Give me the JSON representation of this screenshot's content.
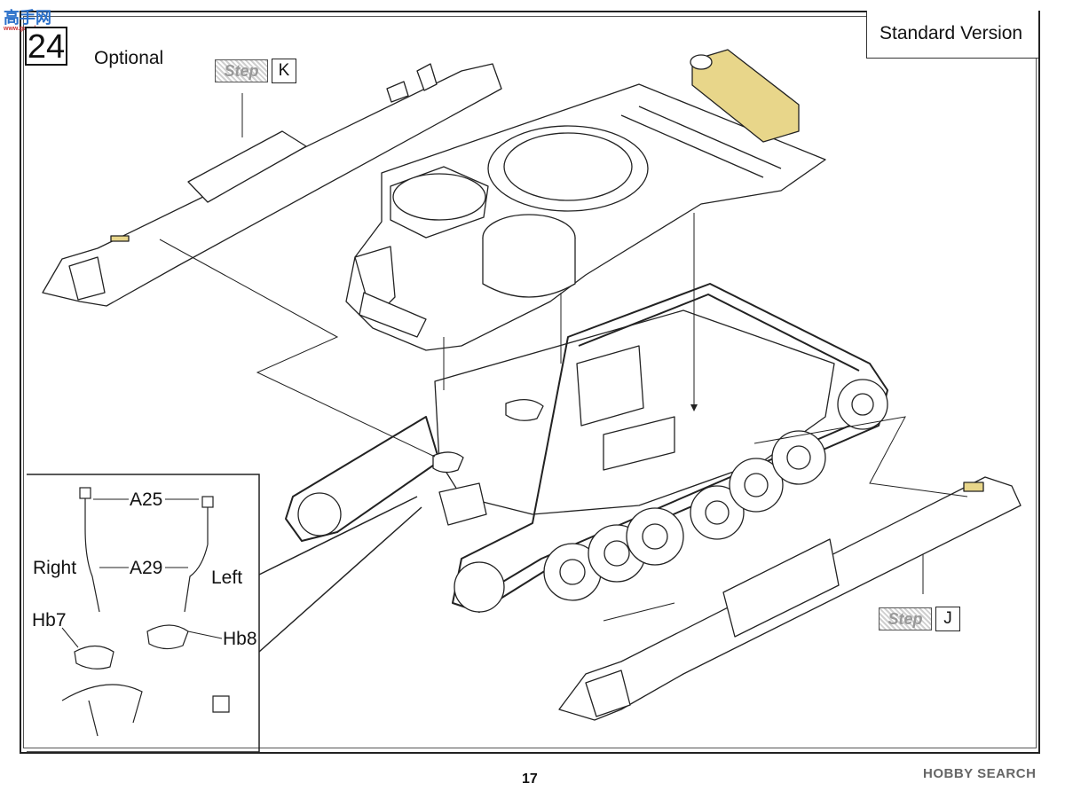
{
  "watermark_top": "高手网",
  "watermark_top_sub": "www.gaoshou.com",
  "step_number": "24",
  "optional_label": "Optional",
  "version_label": "Standard Version",
  "step_ref_k": {
    "tag": "Step",
    "letter": "K"
  },
  "step_ref_j": {
    "tag": "Step",
    "letter": "J"
  },
  "inset": {
    "a25": "A25",
    "a29": "A29",
    "right": "Right",
    "left": "Left",
    "hb7": "Hb7",
    "hb8": "Hb8"
  },
  "page_number": "17",
  "watermark_bottom": "HOBBY SEARCH",
  "colors": {
    "lines": "#222222",
    "highlight": "#e8d68a",
    "fill": "#ffffff"
  }
}
